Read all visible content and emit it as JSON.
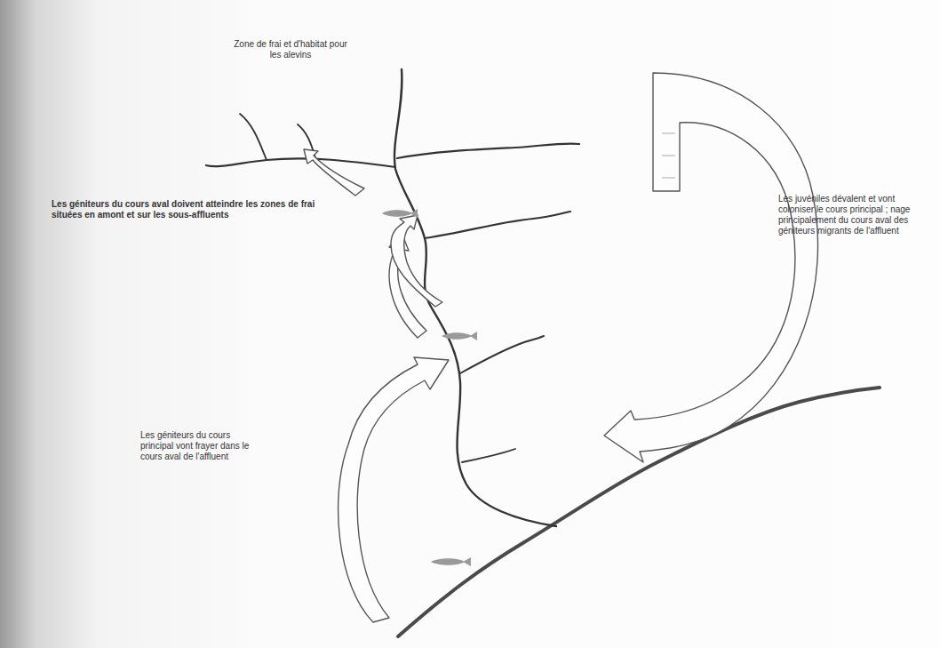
{
  "diagram": {
    "labels": [
      "Zone de frai et d'habitat pour les alevins",
      "Les géniteurs du cours aval doivent atteindre les zones de frai situées en amont et sur les sous-affluents",
      "Les géniteurs du cours principal vont frayer dans le cours aval de l'affluent",
      "Les juvéniles dévalent et vont coloniser le cours principal ; nage principalement du cours aval des géniteurs migrants de l'affluent"
    ]
  }
}
